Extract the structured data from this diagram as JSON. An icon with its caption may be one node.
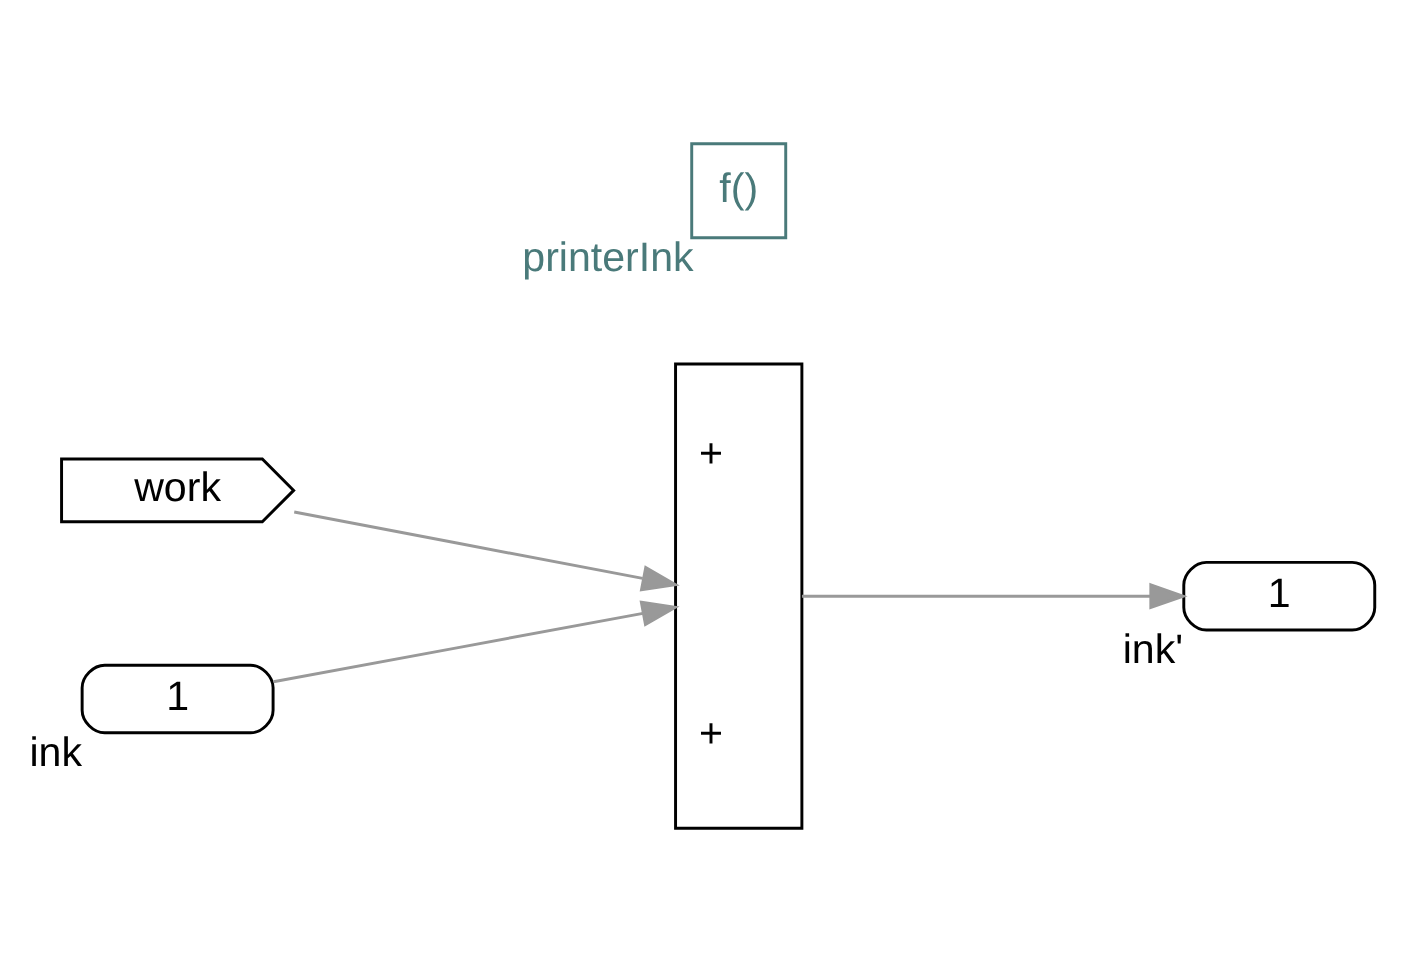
{
  "diagram": {
    "nodes": [
      {
        "text": [
          "f()"
        ],
        "beside": [
          "printerInk"
        ]
      },
      {
        "text": [
          "work"
        ]
      },
      {
        "text": [
          "1"
        ],
        "beside": [
          "ink"
        ]
      },
      {
        "text": [
          "+",
          "+"
        ]
      },
      {
        "text": [
          "1"
        ],
        "beside": [
          "ink'"
        ]
      }
    ],
    "edges": [
      {
        "from": 1,
        "to": 3,
        "arrow": "to"
      },
      {
        "from": 2,
        "to": 3,
        "arrow": "to"
      },
      {
        "from": 3,
        "to": 4,
        "arrow": "to"
      }
    ]
  }
}
